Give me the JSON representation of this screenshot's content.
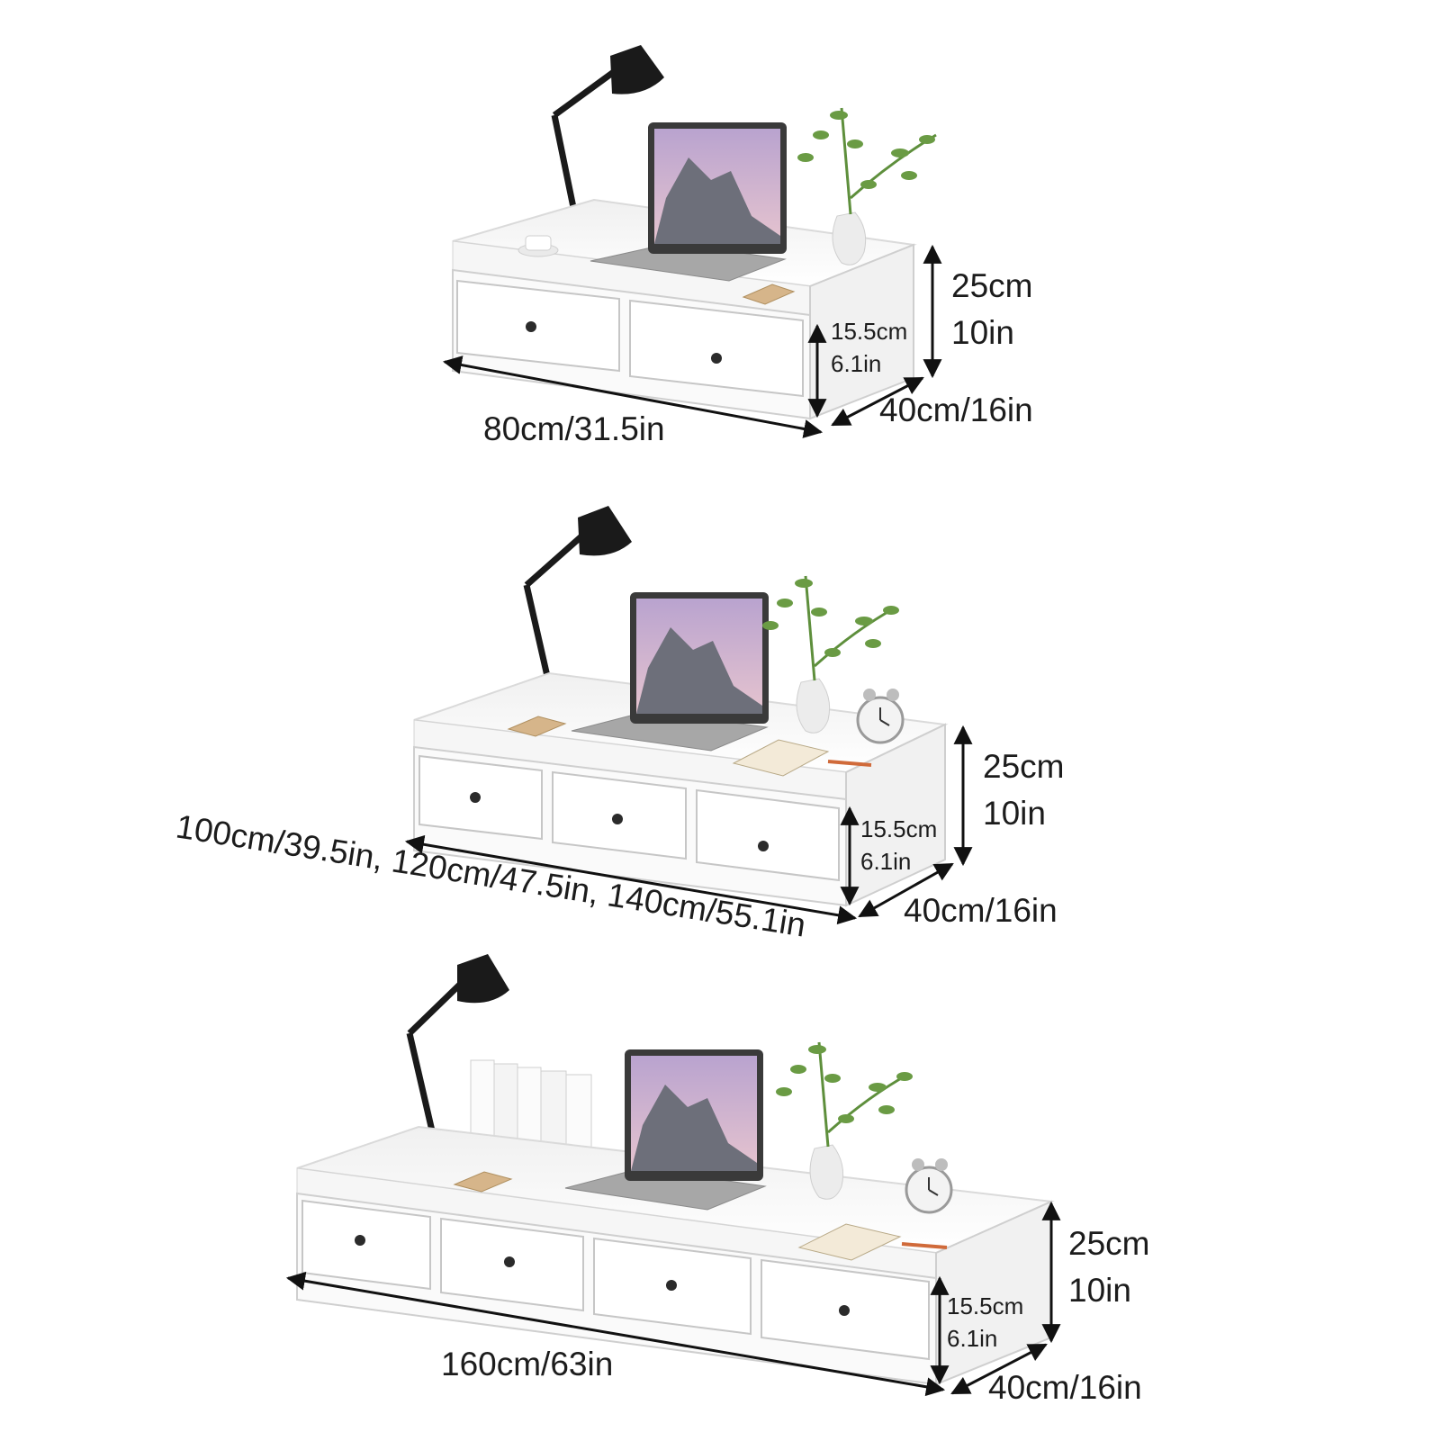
{
  "colors": {
    "desk_white": "#f7f7f7",
    "desk_edge": "#d8d8d8",
    "drawer_line": "#c9c9c9",
    "knob": "#2b2b2b",
    "lamp": "#1a1a1a",
    "laptop_body": "#9a9a9a",
    "screen_sky": "#c9b6d8",
    "mountain": "#6d6f7a",
    "plant_green": "#5e8f3c",
    "vase": "#ececec",
    "dimension_line": "#111111"
  },
  "desk_small": {
    "height_total": {
      "cm": "25cm",
      "in": "10in"
    },
    "drawer_height": {
      "cm": "15.5cm",
      "in": "6.1in"
    },
    "depth": "40cm/16in",
    "width": "80cm/31.5in"
  },
  "desk_medium": {
    "height_total": {
      "cm": "25cm",
      "in": "10in"
    },
    "drawer_height": {
      "cm": "15.5cm",
      "in": "6.1in"
    },
    "depth": "40cm/16in",
    "width": "100cm/39.5in, 120cm/47.5in, 140cm/55.1in"
  },
  "desk_large": {
    "height_total": {
      "cm": "25cm",
      "in": "10in"
    },
    "drawer_height": {
      "cm": "15.5cm",
      "in": "6.1in"
    },
    "depth": "40cm/16in",
    "width": "160cm/63in"
  }
}
